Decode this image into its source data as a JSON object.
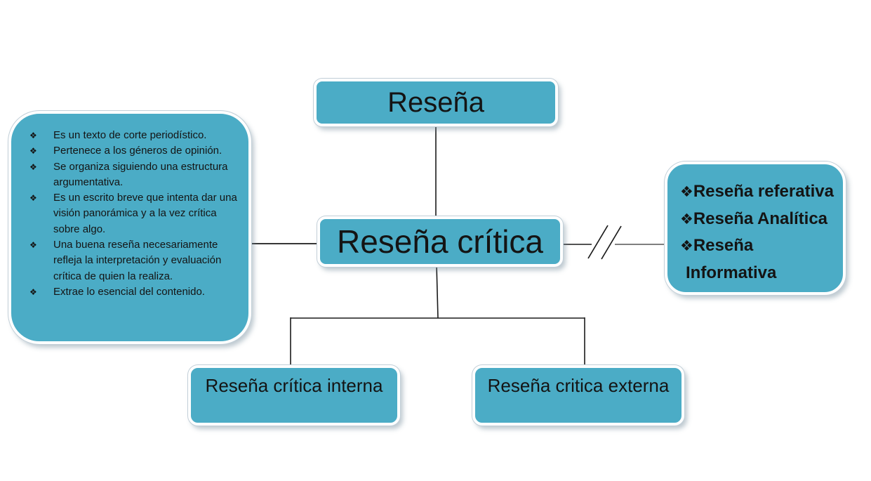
{
  "diagram_title": "Reseña crítica concept map",
  "bullet_glyph": "❖",
  "colors": {
    "node_fill": "#4BACC6",
    "node_border": "#ffffff",
    "node_outline": "#c2cfd8",
    "connector": "#1a1a1a",
    "connector_secondary": "#555555",
    "background": "#ffffff",
    "text": "#141414"
  },
  "nodes": {
    "root": {
      "label": "Reseña"
    },
    "center": {
      "label": "Reseña crítica"
    },
    "characteristics": {
      "items": [
        "Es un texto de corte periodístico.",
        "Pertenece a los géneros de opinión.",
        "Se organiza siguiendo una estructura argumentativa.",
        "Es un escrito breve que intenta dar una visión panorámica y a la vez crítica sobre algo.",
        "Una buena reseña necesariamente refleja la interpretación y evaluación crítica de quien la realiza.",
        "Extrae lo esencial del contenido."
      ]
    },
    "types": {
      "items": [
        "Reseña referativa",
        "Reseña Analítica",
        "Reseña Informativa"
      ]
    },
    "bottom_left": {
      "label": "Reseña crítica interna"
    },
    "bottom_right": {
      "label": "Reseña critica externa"
    }
  }
}
